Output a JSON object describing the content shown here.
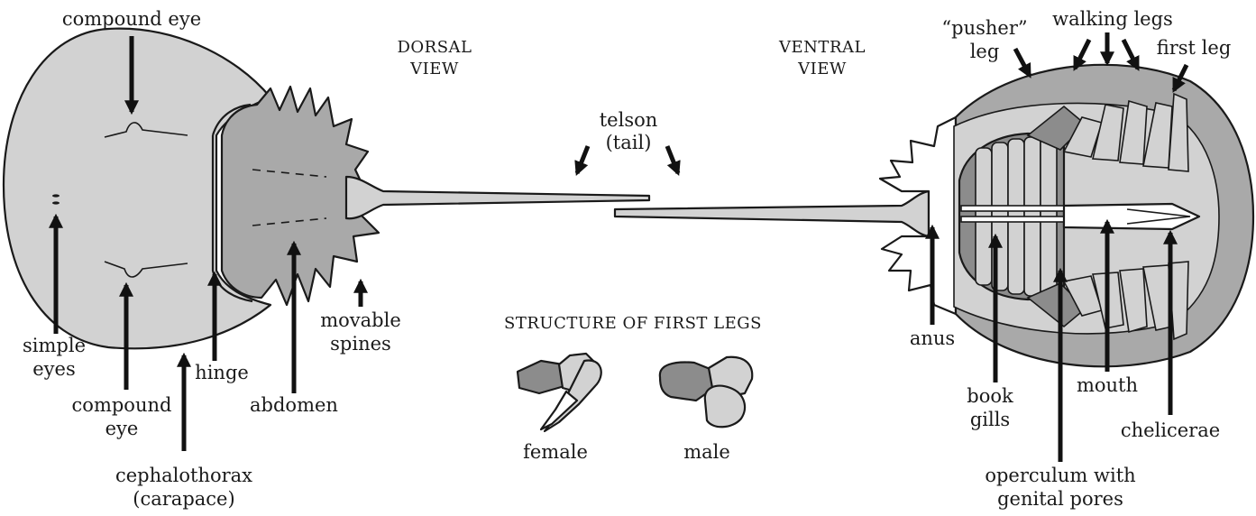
{
  "dorsal": {
    "title_line1": "DORSAL",
    "title_line2": "VIEW",
    "labels": {
      "compound_eye_top": "compound eye",
      "simple_eyes_1": "simple",
      "simple_eyes_2": "eyes",
      "compound_eye_bottom_1": "compound",
      "compound_eye_bottom_2": "eye",
      "hinge": "hinge",
      "abdomen": "abdomen",
      "movable_spines_1": "movable",
      "movable_spines_2": "spines",
      "cephalothorax_1": "cephalothorax",
      "cephalothorax_2": "(carapace)"
    }
  },
  "telson": {
    "line1": "telson",
    "line2": "(tail)"
  },
  "first_legs": {
    "title": "STRUCTURE OF FIRST LEGS",
    "female": "female",
    "male": "male"
  },
  "ventral": {
    "title_line1": "VENTRAL",
    "title_line2": "VIEW",
    "labels": {
      "pusher_1": "“pusher”",
      "pusher_2": "leg",
      "walking_legs": "walking legs",
      "first_leg": "first leg",
      "anus": "anus",
      "book_gills_1": "book",
      "book_gills_2": "gills",
      "mouth": "mouth",
      "chelicerae": "chelicerae",
      "operculum_1": "operculum with",
      "operculum_2": "genital pores"
    }
  },
  "colors": {
    "light_gray": "#d2d2d2",
    "mid_gray": "#a9a9a9",
    "dark_gray": "#8c8c8c",
    "outline": "#1a1a1a"
  }
}
